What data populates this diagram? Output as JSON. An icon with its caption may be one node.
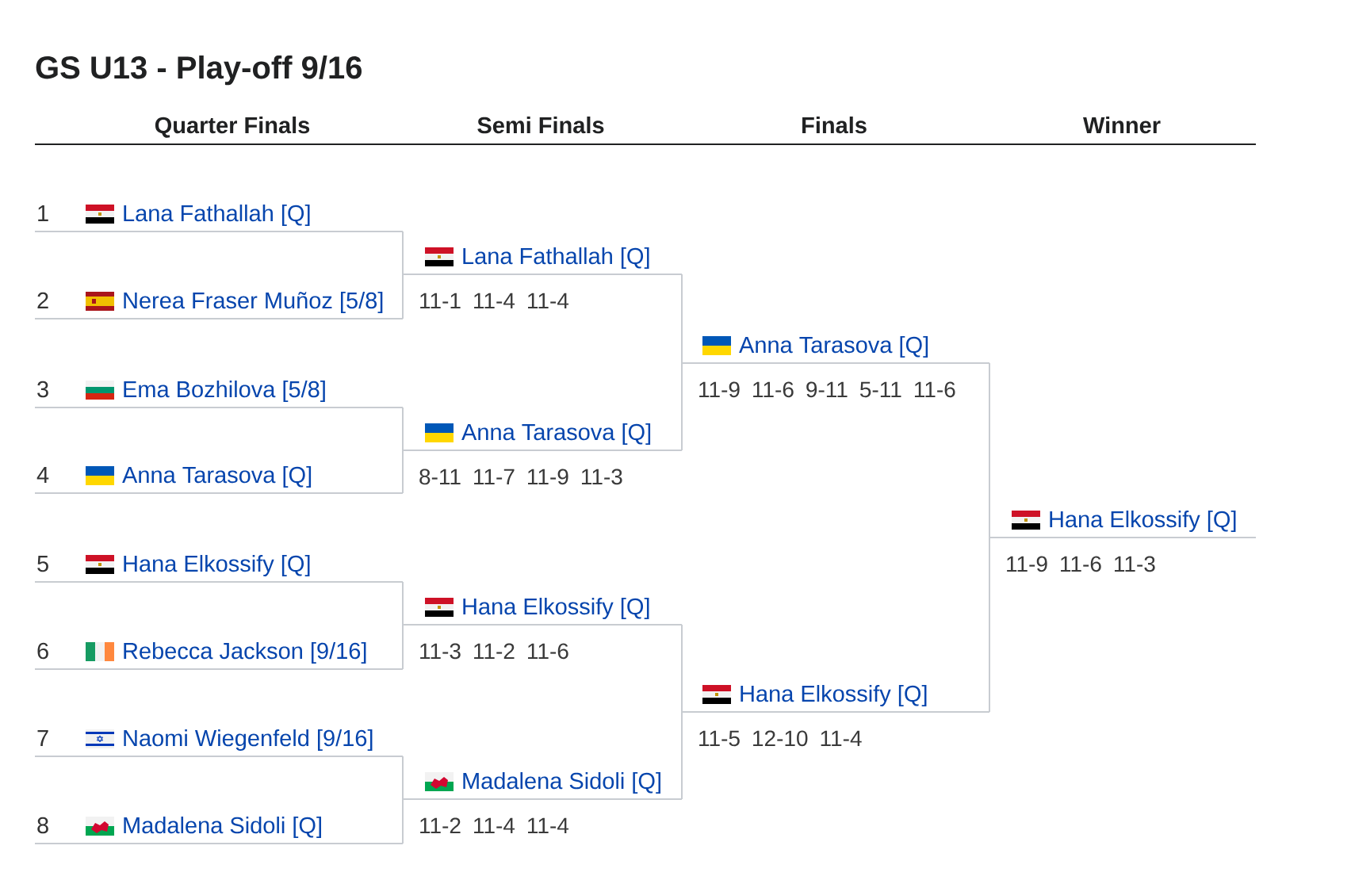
{
  "diagram": {
    "title": "GS U13 - Play-off 9/16",
    "nodes": [
      {
        "text": [
          "1",
          "Lana Fathallah [Q]"
        ]
      },
      {
        "text": [
          "2",
          "Nerea Fraser Muñoz [5/8]"
        ]
      },
      {
        "text": [
          "3",
          "Ema Bozhilova [5/8]"
        ]
      },
      {
        "text": [
          "4",
          "Anna Tarasova [Q]"
        ]
      },
      {
        "text": [
          "5",
          "Hana Elkossify [Q]"
        ]
      },
      {
        "text": [
          "6",
          "Rebecca Jackson [9/16]"
        ]
      },
      {
        "text": [
          "7",
          "Naomi Wiegenfeld [9/16]"
        ]
      },
      {
        "text": [
          "8",
          "Madalena Sidoli [Q]"
        ]
      },
      {
        "text": [
          "Lana Fathallah [Q]"
        ],
        "beside": [
          "11-1 11-4 11-4"
        ]
      },
      {
        "text": [
          "Anna Tarasova [Q]"
        ],
        "beside": [
          "8-11 11-7 11-9 11-3"
        ]
      },
      {
        "text": [
          "Hana Elkossify [Q]"
        ],
        "beside": [
          "11-3 11-2 11-6"
        ]
      },
      {
        "text": [
          "Madalena Sidoli [Q]"
        ],
        "beside": [
          "11-2 11-4 11-4"
        ]
      },
      {
        "text": [
          "Anna Tarasova [Q]"
        ],
        "beside": [
          "11-9 11-6 9-11 5-11 11-6"
        ]
      },
      {
        "text": [
          "Hana Elkossify [Q]"
        ],
        "beside": [
          "11-5 12-10 11-4"
        ]
      },
      {
        "text": [
          "Hana Elkossify [Q]"
        ],
        "beside": [
          "11-9 11-6 11-3"
        ]
      }
    ],
    "edges": [
      {
        "from": 0,
        "to": 8,
        "arrow": "none"
      },
      {
        "from": 1,
        "to": 8,
        "arrow": "none"
      },
      {
        "from": 2,
        "to": 9,
        "arrow": "none"
      },
      {
        "from": 3,
        "to": 9,
        "arrow": "none"
      },
      {
        "from": 4,
        "to": 10,
        "arrow": "none"
      },
      {
        "from": 5,
        "to": 10,
        "arrow": "none"
      },
      {
        "from": 6,
        "to": 11,
        "arrow": "none"
      },
      {
        "from": 7,
        "to": 11,
        "arrow": "none"
      },
      {
        "from": 8,
        "to": 12,
        "arrow": "none"
      },
      {
        "from": 9,
        "to": 12,
        "arrow": "none"
      },
      {
        "from": 10,
        "to": 13,
        "arrow": "none"
      },
      {
        "from": 11,
        "to": 13,
        "arrow": "none"
      },
      {
        "from": 12,
        "to": 14,
        "arrow": "none"
      },
      {
        "from": 13,
        "to": 14,
        "arrow": "none"
      }
    ],
    "labels": [
      "Quarter Finals",
      "Semi Finals",
      "Finals",
      "Winner"
    ]
  }
}
